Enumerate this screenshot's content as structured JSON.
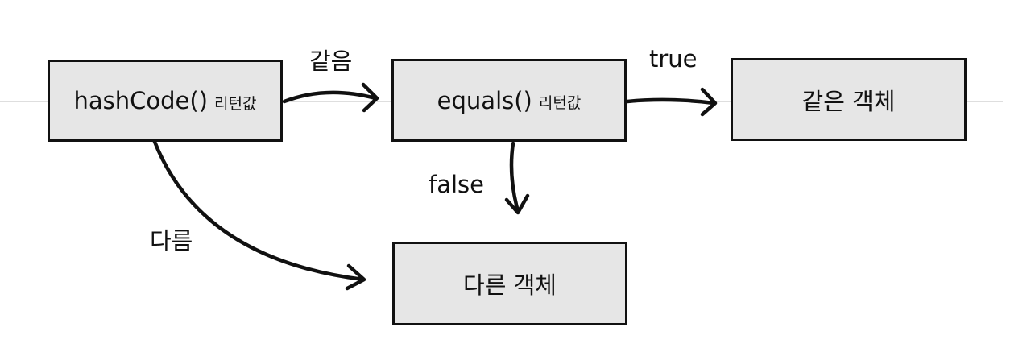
{
  "diagram": {
    "nodes": {
      "hashcode": {
        "main": "hashCode()",
        "suffix": "리턴값"
      },
      "equals": {
        "main": "equals()",
        "suffix": "리턴값"
      },
      "same_object": {
        "main": "같은 객체"
      },
      "different_object": {
        "main": "다른 객체"
      }
    },
    "edges": {
      "hash_to_equals": {
        "label": "같음"
      },
      "equals_to_same": {
        "label": "true"
      },
      "equals_to_different": {
        "label": "false"
      },
      "hash_to_different": {
        "label": "다름"
      }
    },
    "colors": {
      "box_fill": "#e6e6e6",
      "stroke": "#111111",
      "ruled_line": "#dedede"
    }
  }
}
